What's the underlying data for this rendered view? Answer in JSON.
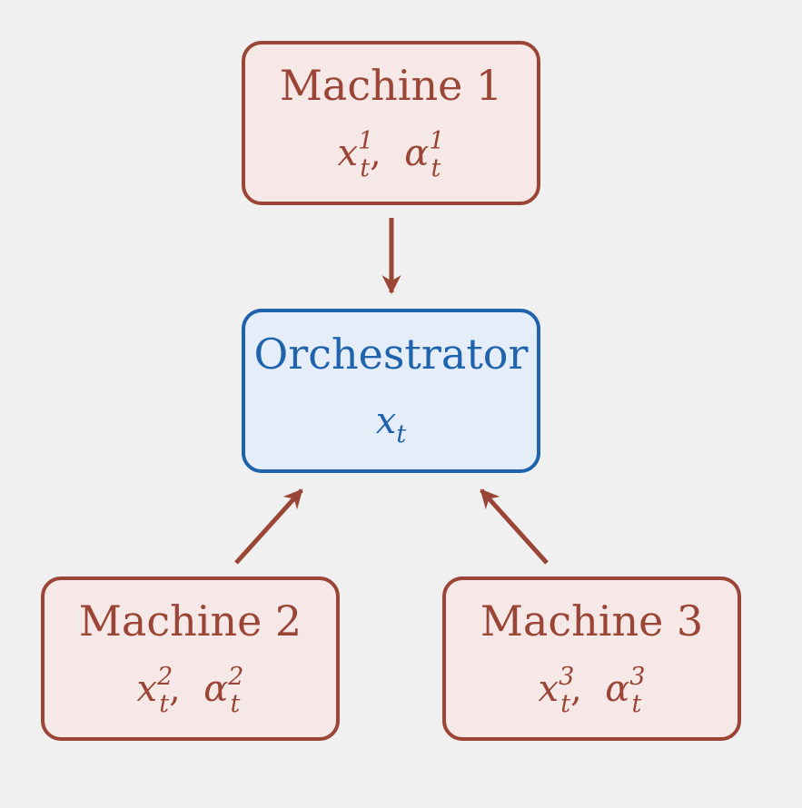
{
  "colors": {
    "machine_stroke": "#9a4535",
    "machine_fill": "#f5e8e7",
    "machine_text": "#9a4535",
    "orchestrator_stroke": "#1f63ad",
    "orchestrator_fill": "#e5eef8",
    "orchestrator_text": "#1f63ad",
    "arrow": "#9a4535",
    "background": "#f0f0f0"
  },
  "orchestrator": {
    "label": "Orchestrator",
    "var": "x",
    "sub": "t"
  },
  "machines": [
    {
      "label": "Machine 1",
      "x": "x",
      "alpha": "α",
      "sub": "t",
      "sup": "1",
      "sep": ",  "
    },
    {
      "label": "Machine 2",
      "x": "x",
      "alpha": "α",
      "sub": "t",
      "sup": "2",
      "sep": ",  "
    },
    {
      "label": "Machine 3",
      "x": "x",
      "alpha": "α",
      "sub": "t",
      "sup": "3",
      "sep": ",  "
    }
  ]
}
